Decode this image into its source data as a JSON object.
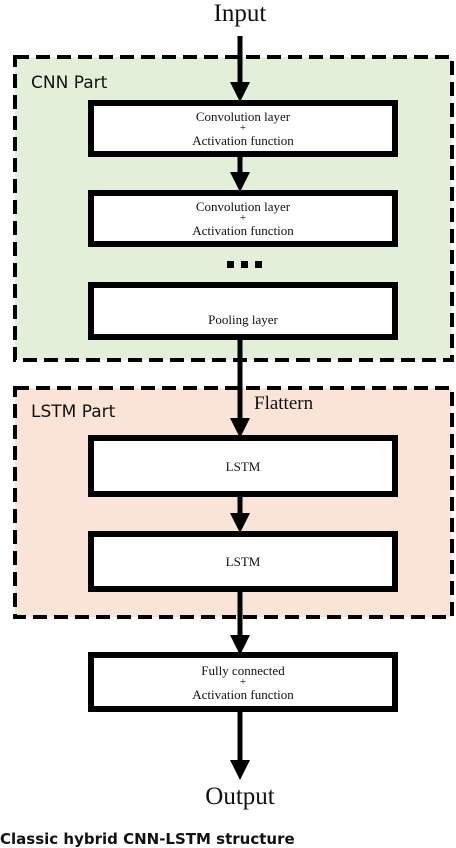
{
  "input_label": "Input",
  "output_label": "Output",
  "cnn_group": {
    "title": "CNN Part",
    "fill": "#e4efd9",
    "boxes": [
      {
        "line1": "Convolution layer",
        "plus": "+",
        "line2": "Activation  function"
      },
      {
        "line1": "Convolution layer",
        "plus": "+",
        "line2": "Activation  function"
      },
      {
        "line1": "Pooling layer"
      }
    ]
  },
  "lstm_group": {
    "title": "LSTM Part",
    "fill": "#f9e4d7",
    "boxes": [
      {
        "line1": "LSTM"
      },
      {
        "line1": "LSTM"
      }
    ]
  },
  "flatten_label": "Flattern",
  "output_box": {
    "line1": "Fully connected",
    "plus": "+",
    "line2": "Activation  function"
  },
  "caption": "Classic hybrid CNN-LSTM structure"
}
